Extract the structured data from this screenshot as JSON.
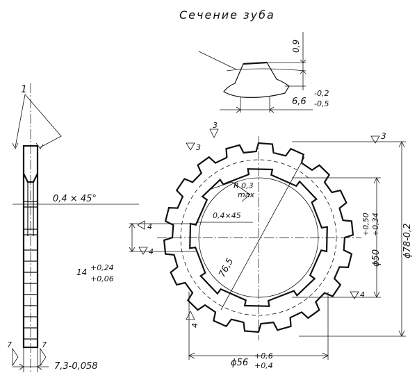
{
  "section_title": "Сечение зуба",
  "tooth_section": {
    "height_dim": "0,9",
    "width_dim": "6,6",
    "width_tol_upper": "-0,2",
    "width_tol_lower": "-0,5"
  },
  "side_view": {
    "callout_number": "1",
    "chamfer_dim": "0,4 × 45°",
    "thickness_dim": "7,3-0,058",
    "roughness_left": "7",
    "roughness_right": "7"
  },
  "front_view": {
    "outer_dia": "ϕ78-0,2",
    "bore_dia": "ϕ50",
    "bore_tol_upper": "+0,50",
    "bore_tol_lower": "+0,34",
    "base_dia": "ϕ56",
    "base_tol_upper": "+0,6",
    "base_tol_lower": "+0,4",
    "diagonal_dim": "76,5",
    "radius_note": "R 0,3",
    "radius_note_2": "max",
    "inner_chamfer": "0,4×45",
    "slot_width": "14",
    "slot_tol_upper": "+0,24",
    "slot_tol_lower": "+0,06",
    "rough_3_a": "3",
    "rough_3_b": "3",
    "rough_3_c": "3",
    "rough_4_a": "4",
    "rough_4_b": "4",
    "rough_4_c": "4",
    "rough_4_d": "4"
  }
}
